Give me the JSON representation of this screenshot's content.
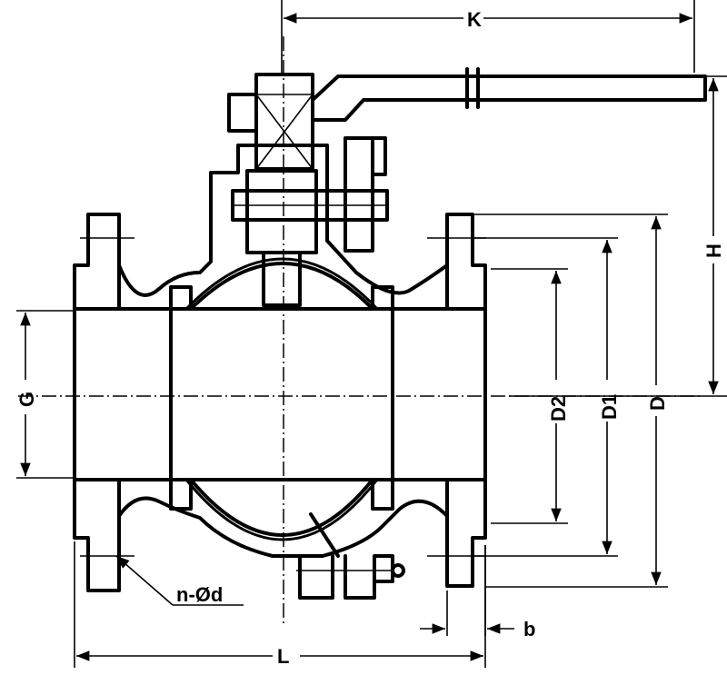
{
  "labels": {
    "K": "K",
    "H": "H",
    "G": "G",
    "D2": "D2",
    "D1": "D1",
    "D": "D",
    "b": "b",
    "L": "L",
    "n_d": "n-Ød"
  }
}
